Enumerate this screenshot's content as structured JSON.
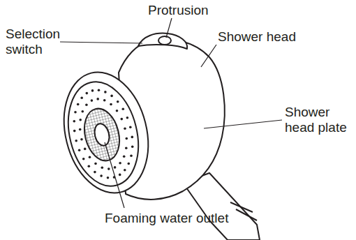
{
  "diagram": {
    "labels": [
      "Protrusion",
      "Selection switch",
      "Shower head",
      "Shower head plate",
      "Foaming water outlet"
    ]
  }
}
